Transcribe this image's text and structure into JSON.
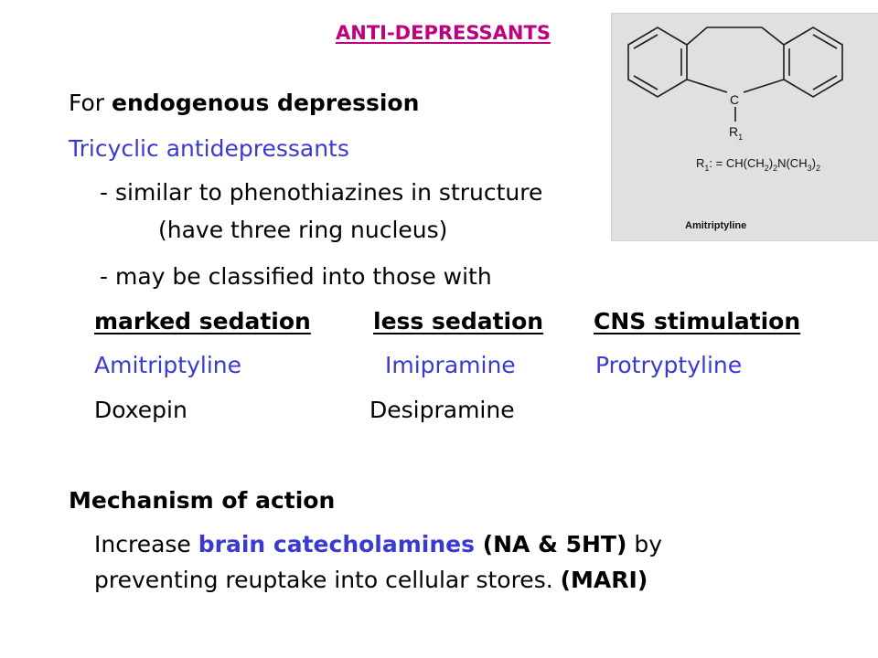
{
  "slide": {
    "title": "ANTI-DEPRESSANTS",
    "title_color": "#c0007f",
    "accent_color": "#3a3ad0",
    "line1": {
      "prefix": "For ",
      "bold": "endogenous depression"
    },
    "line2": "Tricyclic antidepressants",
    "line3": "- similar to phenothiazines in structure",
    "line4": "(have three ring nucleus)",
    "line5": "- may be classified into those with",
    "categories": {
      "headers": [
        "marked sedation",
        "less sedation",
        "CNS stimulation"
      ],
      "row1": [
        "Amitriptyline",
        "Imipramine",
        "Protryptyline"
      ],
      "row2": [
        "Doxepin",
        "Desipramine"
      ]
    },
    "mechanism": {
      "heading": "Mechanism of action",
      "l1_a": "Increase ",
      "l1_b": "brain catecholamines",
      "l1_c": " (NA & 5HT)",
      "l1_d": " by",
      "l2_a": "preventing reuptake into cellular stores. ",
      "l2_b": "(MARI)"
    }
  },
  "structure": {
    "atom_c": "C",
    "atom_r": "R",
    "sub_1": "1",
    "formula_r": "R",
    "formula_1": "1",
    "formula_a": ": = CH(CH",
    "formula_2a": "2",
    "formula_b": ")",
    "formula_2b": "2",
    "formula_c": "N(CH",
    "formula_3": "3",
    "formula_d": ")",
    "formula_2c": "2",
    "caption": "Amitriptyline"
  }
}
